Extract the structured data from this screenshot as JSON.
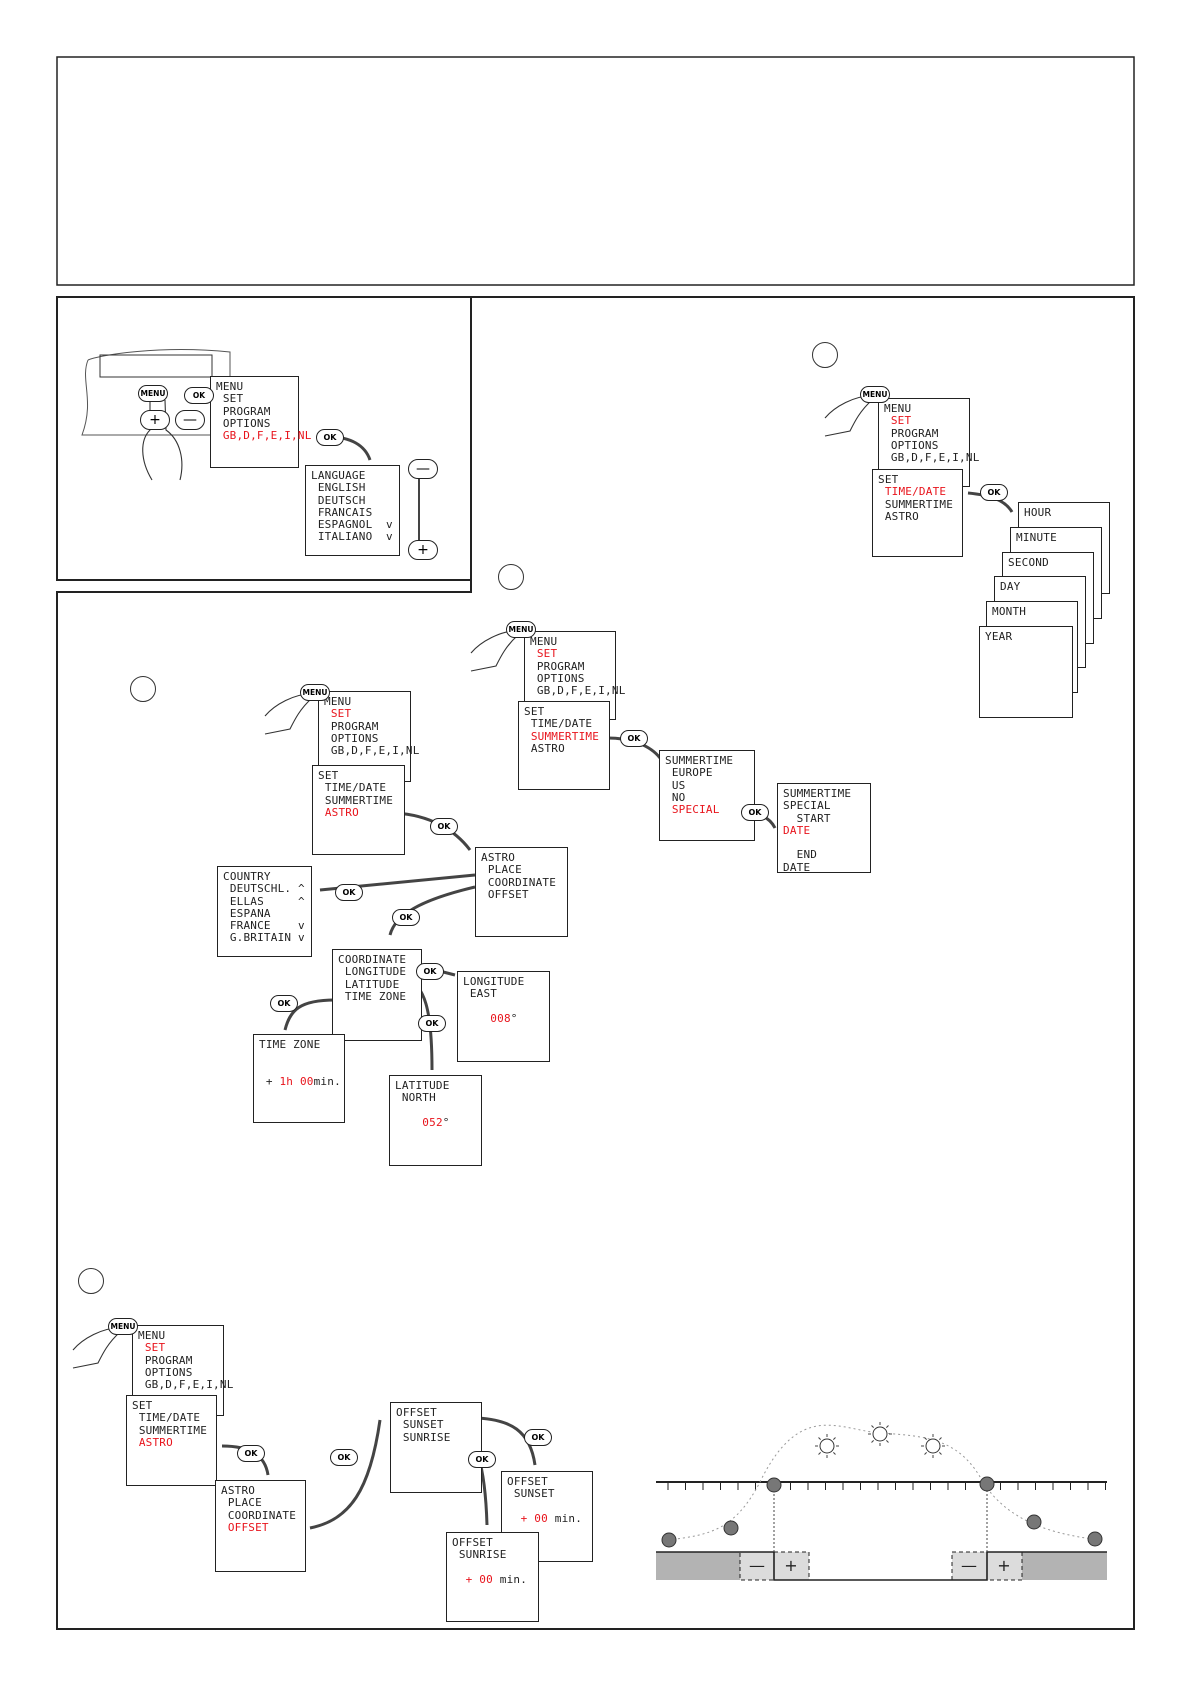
{
  "colors": {
    "highlight": "#e8141c",
    "ground": "#b3b3b3",
    "offset_zone": "#dcdcdc"
  },
  "buttons": {
    "ok": "OK",
    "menu": "MENU",
    "minus": "—",
    "plus": "+"
  },
  "screens": {
    "lang_menu": [
      [
        {
          "t": "MENU"
        }
      ],
      [
        {
          "t": " SET"
        }
      ],
      [
        {
          "t": " PROGRAM"
        }
      ],
      [
        {
          "t": " OPTIONS"
        }
      ],
      [
        {
          "t": " GB,D,F,E,I,NL",
          "hl": true
        }
      ]
    ],
    "language": [
      [
        {
          "t": "LANGUAGE"
        }
      ],
      [
        {
          "t": " ENGLISH"
        }
      ],
      [
        {
          "t": " DEUTSCH"
        }
      ],
      [
        {
          "t": " FRANCAIS"
        }
      ],
      [
        {
          "t": " ESPAGNOL  v"
        }
      ],
      [
        {
          "t": " ITALIANO  v"
        }
      ]
    ],
    "a_menu": [
      [
        {
          "t": "MENU"
        }
      ],
      [
        {
          "t": " SET",
          "hl": true
        }
      ],
      [
        {
          "t": " PROGRAM"
        }
      ],
      [
        {
          "t": " OPTIONS"
        }
      ],
      [
        {
          "t": " GB,D,F,E,I,NL"
        }
      ]
    ],
    "a_set": [
      [
        {
          "t": "SET"
        }
      ],
      [
        {
          "t": " TIME/DATE",
          "hl": true
        }
      ],
      [
        {
          "t": " SUMMERTIME"
        }
      ],
      [
        {
          "t": " ASTRO"
        }
      ]
    ],
    "hour": [
      [
        {
          "t": "HOUR"
        }
      ]
    ],
    "minute": [
      [
        {
          "t": "MINUTE"
        }
      ]
    ],
    "second": [
      [
        {
          "t": "SECOND"
        }
      ]
    ],
    "day": [
      [
        {
          "t": "DAY"
        }
      ]
    ],
    "month": [
      [
        {
          "t": "MONTH"
        }
      ]
    ],
    "year": [
      [
        {
          "t": "YEAR"
        }
      ]
    ],
    "b_menu": [
      [
        {
          "t": "MENU"
        }
      ],
      [
        {
          "t": " SET",
          "hl": true
        }
      ],
      [
        {
          "t": " PROGRAM"
        }
      ],
      [
        {
          "t": " OPTIONS"
        }
      ],
      [
        {
          "t": " GB,D,F,E,I,NL"
        }
      ]
    ],
    "b_set": [
      [
        {
          "t": "SET"
        }
      ],
      [
        {
          "t": " TIME/DATE"
        }
      ],
      [
        {
          "t": " SUMMERTIME",
          "hl": true
        }
      ],
      [
        {
          "t": " ASTRO"
        }
      ]
    ],
    "summertime": [
      [
        {
          "t": "SUMMERTIME"
        }
      ],
      [
        {
          "t": " EUROPE"
        }
      ],
      [
        {
          "t": " US"
        }
      ],
      [
        {
          "t": " NO"
        }
      ],
      [
        {
          "t": " SPECIAL",
          "hl": true
        }
      ]
    ],
    "special": [
      [
        {
          "t": "SUMMERTIME"
        }
      ],
      [
        {
          "t": "SPECIAL"
        }
      ],
      [
        {
          "t": "  START"
        }
      ],
      [
        {
          "t": "DATE",
          "hl": true
        }
      ],
      [
        {
          "t": " "
        }
      ],
      [
        {
          "t": "  END"
        }
      ],
      [
        {
          "t": "DATE"
        }
      ]
    ],
    "c_menu": [
      [
        {
          "t": "MENU"
        }
      ],
      [
        {
          "t": " SET",
          "hl": true
        }
      ],
      [
        {
          "t": " PROGRAM"
        }
      ],
      [
        {
          "t": " OPTIONS"
        }
      ],
      [
        {
          "t": " GB,D,F,E,I,NL"
        }
      ]
    ],
    "c_set": [
      [
        {
          "t": "SET"
        }
      ],
      [
        {
          "t": " TIME/DATE"
        }
      ],
      [
        {
          "t": " SUMMERTIME"
        }
      ],
      [
        {
          "t": " ASTRO",
          "hl": true
        }
      ]
    ],
    "c_astro": [
      [
        {
          "t": "ASTRO"
        }
      ],
      [
        {
          "t": " PLACE"
        }
      ],
      [
        {
          "t": " COORDINATE"
        }
      ],
      [
        {
          "t": " OFFSET"
        }
      ]
    ],
    "country": [
      [
        {
          "t": "COUNTRY"
        }
      ],
      [
        {
          "t": " DEUTSCHL. ^"
        }
      ],
      [
        {
          "t": " ELLAS     ^"
        }
      ],
      [
        {
          "t": " ESPANA"
        }
      ],
      [
        {
          "t": " FRANCE    v"
        }
      ],
      [
        {
          "t": " G.BRITAIN v"
        }
      ]
    ],
    "coordinate": [
      [
        {
          "t": "COORDINATE"
        }
      ],
      [
        {
          "t": " LONGITUDE"
        }
      ],
      [
        {
          "t": " LATITUDE"
        }
      ],
      [
        {
          "t": " TIME ZONE"
        }
      ]
    ],
    "longitude": [
      [
        {
          "t": "LONGITUDE"
        }
      ],
      [
        {
          "t": " EAST"
        }
      ],
      [
        {
          "t": " "
        }
      ],
      [
        {
          "t": "    "
        },
        {
          "t": "008",
          "hl": true
        },
        {
          "t": "°"
        }
      ]
    ],
    "timezone": [
      [
        {
          "t": "TIME ZONE"
        }
      ],
      [
        {
          "t": " "
        }
      ],
      [
        {
          "t": " "
        }
      ],
      [
        {
          "t": " + "
        },
        {
          "t": "1h",
          "hl": true
        },
        {
          "t": " "
        },
        {
          "t": "00",
          "hl": true
        },
        {
          "t": "min."
        }
      ]
    ],
    "latitude": [
      [
        {
          "t": "LATITUDE"
        }
      ],
      [
        {
          "t": " NORTH"
        }
      ],
      [
        {
          "t": " "
        }
      ],
      [
        {
          "t": "    "
        },
        {
          "t": "052",
          "hl": true
        },
        {
          "t": "°"
        }
      ]
    ],
    "d_menu": [
      [
        {
          "t": "MENU"
        }
      ],
      [
        {
          "t": " SET",
          "hl": true
        }
      ],
      [
        {
          "t": " PROGRAM"
        }
      ],
      [
        {
          "t": " OPTIONS"
        }
      ],
      [
        {
          "t": " GB,D,F,E,I,NL"
        }
      ]
    ],
    "d_set": [
      [
        {
          "t": "SET"
        }
      ],
      [
        {
          "t": " TIME/DATE"
        }
      ],
      [
        {
          "t": " SUMMERTIME"
        }
      ],
      [
        {
          "t": " ASTRO",
          "hl": true
        }
      ]
    ],
    "d_astro": [
      [
        {
          "t": "ASTRO"
        }
      ],
      [
        {
          "t": " PLACE"
        }
      ],
      [
        {
          "t": " COORDINATE"
        }
      ],
      [
        {
          "t": " OFFSET",
          "hl": true
        }
      ]
    ],
    "offset": [
      [
        {
          "t": "OFFSET"
        }
      ],
      [
        {
          "t": " SUNSET"
        }
      ],
      [
        {
          "t": " SUNRISE"
        }
      ]
    ],
    "off_sunset": [
      [
        {
          "t": "OFFSET"
        }
      ],
      [
        {
          "t": " SUNSET"
        }
      ],
      [
        {
          "t": " "
        }
      ],
      [
        {
          "t": "  "
        },
        {
          "t": "+ 00",
          "hl": true
        },
        {
          "t": " min."
        }
      ]
    ],
    "off_sunrise": [
      [
        {
          "t": "OFFSET"
        }
      ],
      [
        {
          "t": " SUNRISE"
        }
      ],
      [
        {
          "t": " "
        }
      ],
      [
        {
          "t": "  "
        },
        {
          "t": "+ 00",
          "hl": true
        },
        {
          "t": " min."
        }
      ]
    ]
  },
  "icons": {
    "hand": "pointing-hand-icon",
    "sun": "sun-icon",
    "moon": "moon-icon",
    "arrow": "curved-arrow-icon"
  }
}
